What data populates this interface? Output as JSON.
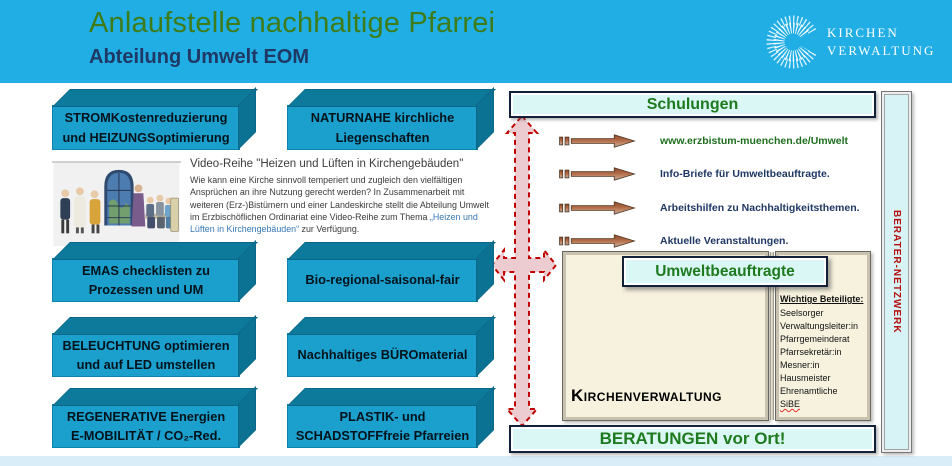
{
  "header": {
    "title": "Anlaufstelle nachhaltige Pfarrei",
    "subtitle": "Abteilung Umwelt EOM",
    "logo_line1": "KIRCHEN",
    "logo_line2": "VERWALTUNG"
  },
  "boxes": [
    {
      "id": "strom",
      "lines": [
        "STROMKostenreduzierung",
        "und HEIZUNGSoptimierung"
      ]
    },
    {
      "id": "naturnahe",
      "lines": [
        "NATURNAHE kirchliche",
        "Liegenschaften"
      ]
    },
    {
      "id": "emas",
      "lines": [
        "EMAS checklisten zu",
        "Prozessen und UM"
      ]
    },
    {
      "id": "bio",
      "lines": [
        "Bio-regional-saisonal-fair",
        ""
      ]
    },
    {
      "id": "beleuchtung",
      "lines": [
        "BELEUCHTUNG optimieren",
        "und auf LED umstellen"
      ]
    },
    {
      "id": "buero",
      "lines": [
        "Nachhaltiges BÜROmaterial",
        ""
      ]
    },
    {
      "id": "regenerative",
      "lines": [
        "REGENERATIVE Energien",
        "E-MOBILITÄT / CO₂-Red."
      ]
    },
    {
      "id": "plastik",
      "lines": [
        "PLASTIK- und",
        "SCHADSTOFFfreie Pfarreien"
      ]
    }
  ],
  "video": {
    "title": "Video-Reihe \"Heizen und Lüften in Kirchengebäuden\"",
    "body_before": "Wie kann eine Kirche sinnvoll temperiert und zugleich den vielfältigen Ansprüchen an ihre Nutzung gerecht werden? In Zusammenarbeit mit weiteren (Erz-)Bistümern und einer Landeskirche stellt die Abteilung Umwelt im Erzbischöflichen Ordinariat eine Video-Reihe zum Thema ",
    "link_text": "„Heizen und Lüften in Kirchengebäuden“",
    "body_after": " zur Verfügung."
  },
  "right": {
    "schulungen_label": "Schulungen",
    "links": [
      "www.erzbistum-muenchen.de/Umwelt",
      "Info-Briefe für Umweltbeauftragte.",
      "Arbeitshilfen zu Nachhaltigkeitsthemen.",
      "Aktuelle Veranstaltungen."
    ],
    "umweltbeauftragte_label": "Umweltbeauftragte",
    "beteiligte_title": "Wichtige Beteiligte:",
    "beteiligte": [
      "Seelsorger",
      "Verwaltungsleiter:in",
      "Pfarrgemeinderat",
      "Pfarrsekretär:in",
      "Mesner:in",
      "Hausmeister",
      "Ehrenamtliche",
      "SiBE"
    ],
    "kirchenverwaltung_label": "Kirchenverwaltung",
    "beratungen_label": "BERATUNGEN vor Ort!",
    "netzwerk_label": "BERATER-NETZWERK"
  },
  "colors": {
    "header_bg": "#20AEE5",
    "title_green": "#3E7C1A",
    "subtitle_navy": "#1F3864",
    "box_front": "#1B9FCC",
    "box_top": "#0E7A9B",
    "frame_fill": "#DBF7F5",
    "accent_green": "#1E7A1E",
    "link_navy": "#1F3864",
    "link_green": "#1E6E1E",
    "panel_cream": "#F7F2DE",
    "arrow_red": "#C00000",
    "netzwerk_red": "#B50F0F",
    "video_link_blue": "#3577B5"
  }
}
